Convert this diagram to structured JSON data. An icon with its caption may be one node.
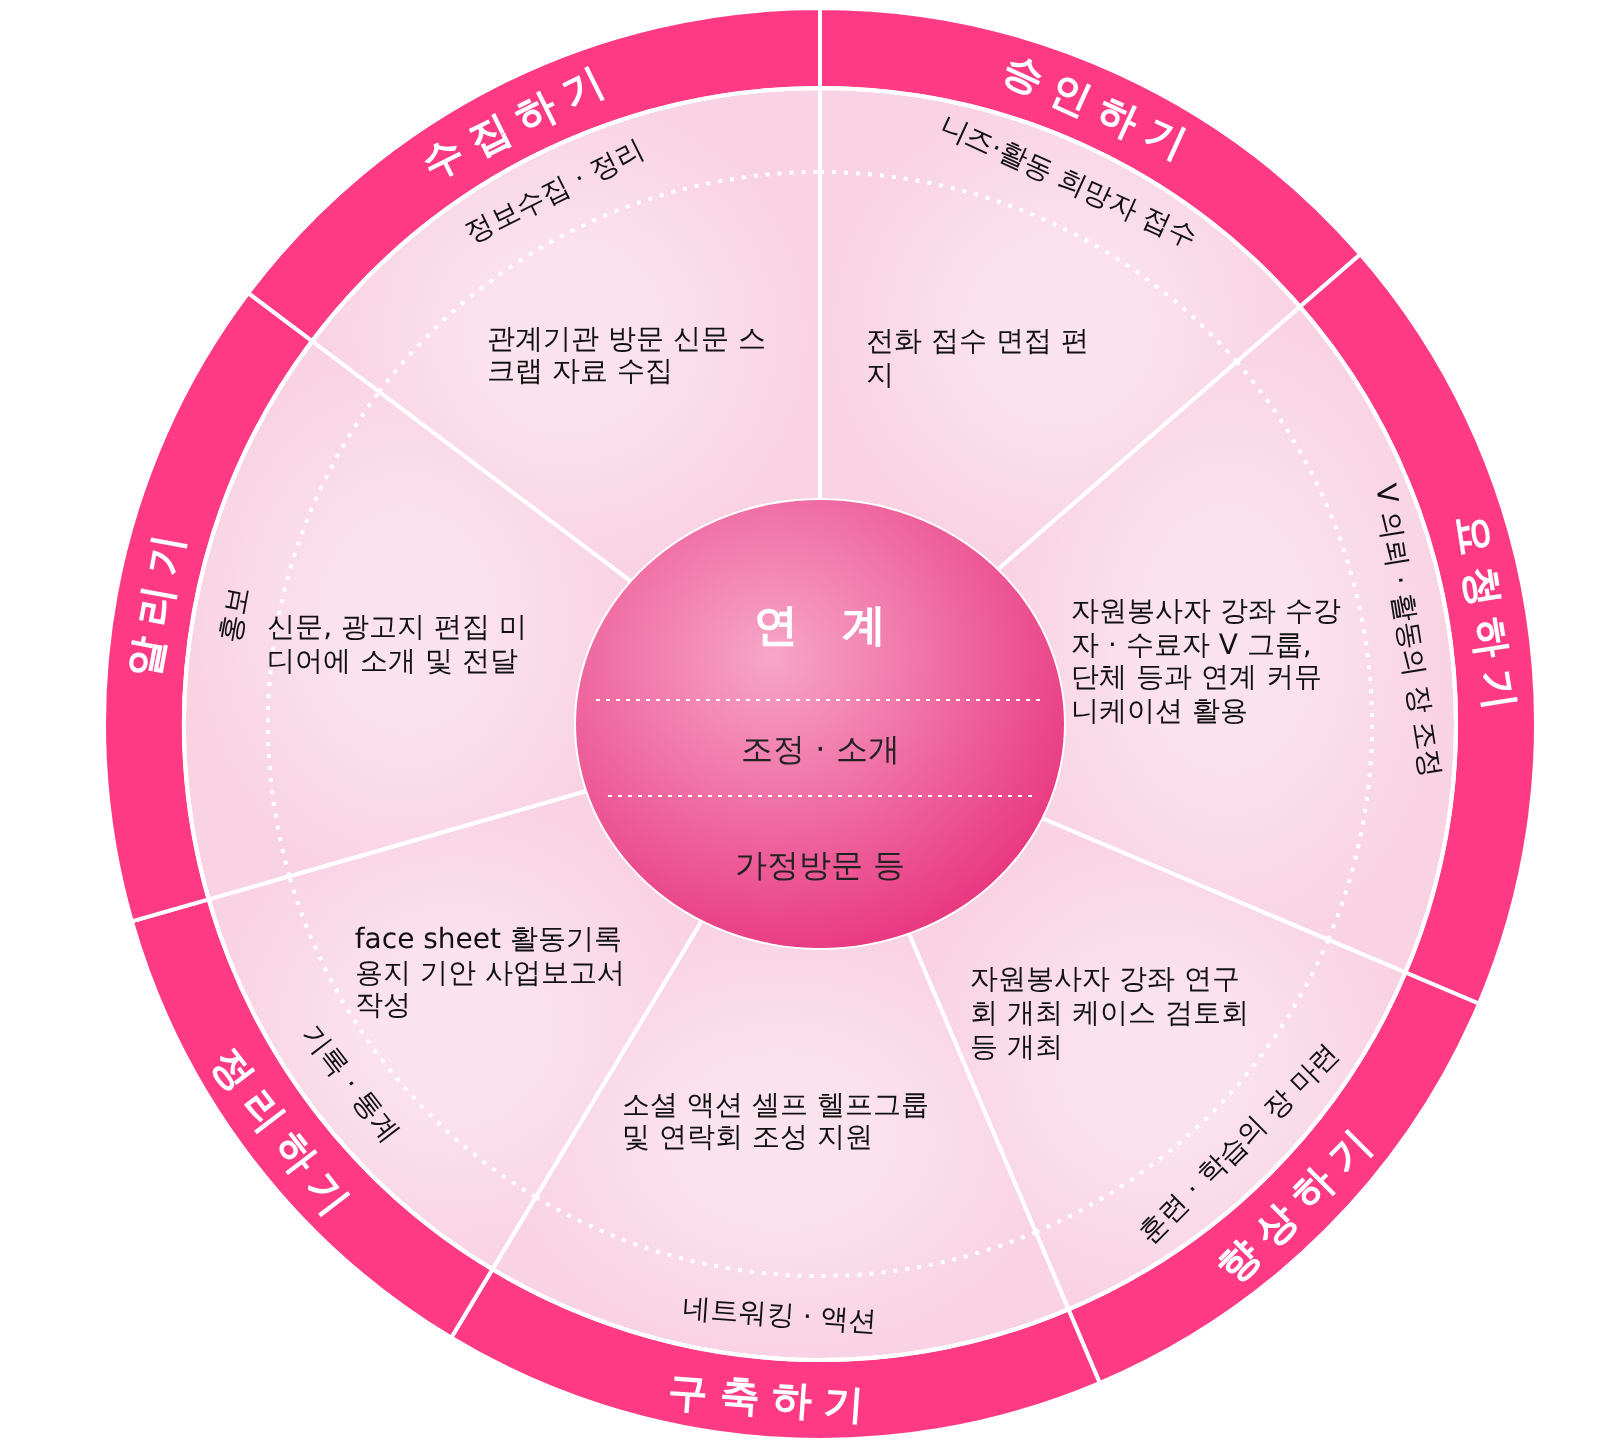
{
  "diagram": {
    "nodes": [
      {
        "text": [
          "수집하기",
          "정보수집 · 정리",
          "관계기관 방문 신문 스크랩 자료 수집"
        ]
      },
      {
        "text": [
          "승인하기",
          "니즈·활동 희망자 접수",
          "전화 접수 면접 편지"
        ]
      },
      {
        "text": [
          "요청하기",
          "V 의뢰 · 활동의 장 조정",
          "자원봉사자 강좌 수강자 · 수료자 V 그룹, 단체 등과 연계 커뮤니케이션 활용"
        ]
      },
      {
        "text": [
          "향상하기",
          "훈련 · 학습의 장 마련",
          "자원봉사자 강좌 연구회 개최 케이스 검토회 등 개최"
        ]
      },
      {
        "text": [
          "구축하기",
          "네트워킹 · 액션",
          "소셜 액션 셀프 헬프그룹 및 연락회 조성 지원"
        ]
      },
      {
        "text": [
          "정리하기",
          "기록 · 통계",
          "face sheet 활동기록용지 기안 사업보고서 작성"
        ]
      },
      {
        "text": [
          "알리기",
          "홍보",
          "신문, 광고지 편집 미디어에 소개 및 전달"
        ]
      },
      {
        "text": [
          "연계",
          "조정 · 소개",
          "가정방문 등"
        ]
      }
    ]
  }
}
